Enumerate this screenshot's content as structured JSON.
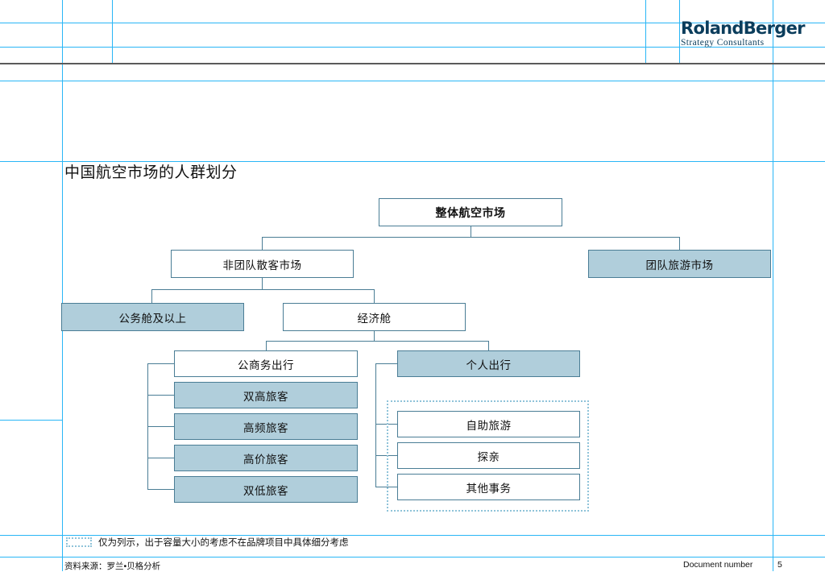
{
  "brand": {
    "logo_main": "RolandBerger",
    "logo_sub": "Strategy Consultants",
    "accent_color": "#0b3d5c",
    "guide_color": "#29b6f6",
    "box_border_color": "#4a7d95",
    "box_fill_color": "#b0cedb"
  },
  "page": {
    "title": "中国航空市场的人群划分"
  },
  "diagram": {
    "root": {
      "label": "整体航空市场",
      "shaded": false
    },
    "level2": [
      {
        "label": "非团队散客市场",
        "shaded": false
      },
      {
        "label": "团队旅游市场",
        "shaded": true
      }
    ],
    "level3": [
      {
        "label": "公务舱及以上",
        "shaded": true
      },
      {
        "label": "经济舱",
        "shaded": false
      }
    ],
    "level4": [
      {
        "label": "公商务出行",
        "shaded": false
      },
      {
        "label": "个人出行",
        "shaded": true
      }
    ],
    "business_children": [
      {
        "label": "双高旅客",
        "shaded": true
      },
      {
        "label": "高频旅客",
        "shaded": true
      },
      {
        "label": "高价旅客",
        "shaded": true
      },
      {
        "label": "双低旅客",
        "shaded": true
      }
    ],
    "personal_children": [
      {
        "label": "自助旅游",
        "shaded": false
      },
      {
        "label": "探亲",
        "shaded": false
      },
      {
        "label": "其他事务",
        "shaded": false
      }
    ]
  },
  "legend": {
    "note": "仅为列示，出于容量大小的考虑不在品牌项目中具体细分考虑"
  },
  "footer": {
    "source": "资料来源：罗兰•贝格分析",
    "document_label": "Document number",
    "page_number": "5"
  }
}
